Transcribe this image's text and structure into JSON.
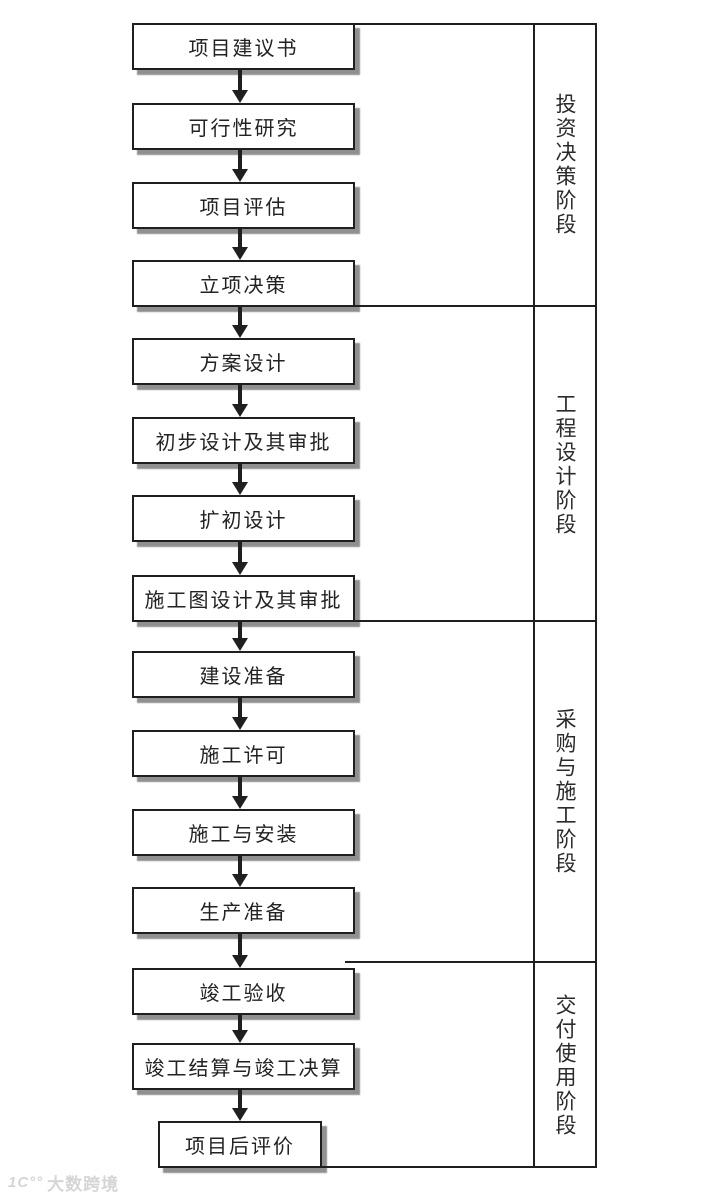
{
  "diagram": {
    "steps": [
      {
        "label": "项目建议书"
      },
      {
        "label": "可行性研究"
      },
      {
        "label": "项目评估"
      },
      {
        "label": "立项决策"
      },
      {
        "label": "方案设计"
      },
      {
        "label": "初步设计及其审批"
      },
      {
        "label": "扩初设计"
      },
      {
        "label": "施工图设计及其审批"
      },
      {
        "label": "建设准备"
      },
      {
        "label": "施工许可"
      },
      {
        "label": "施工与安装"
      },
      {
        "label": "生产准备"
      },
      {
        "label": "竣工验收"
      },
      {
        "label": "竣工结算与竣工决算"
      },
      {
        "label": "项目后评价"
      }
    ],
    "phases": [
      {
        "label": "投资决策阶段",
        "step_range": [
          1,
          4
        ]
      },
      {
        "label": "工程设计阶段",
        "step_range": [
          5,
          8
        ]
      },
      {
        "label": "采购与施工阶段",
        "step_range": [
          9,
          12
        ]
      },
      {
        "label": "交付使用阶段",
        "step_range": [
          13,
          15
        ]
      }
    ],
    "colors": {
      "background": "#ffffff",
      "line": "#1f1f1f",
      "box_fill": "#ffffff",
      "box_shadow": "#8a8a8a",
      "text": "#222222",
      "watermark": "#d5d5d5"
    }
  },
  "watermark": {
    "logo": "1C°°",
    "text": "大数跨境"
  }
}
